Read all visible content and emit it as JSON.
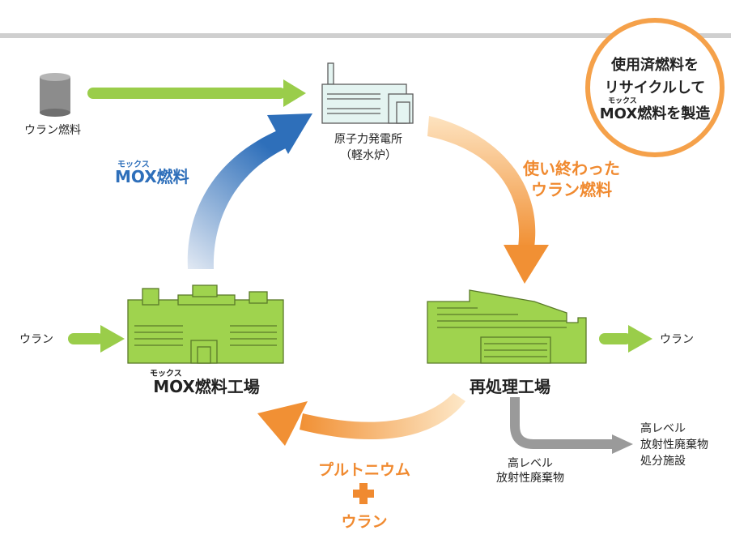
{
  "badge": {
    "line1": "使用済燃料を",
    "line2": "リサイクルして",
    "ruby": "モックス",
    "line3": "MOX燃料を製造"
  },
  "nodes": {
    "uranium_fuel": "ウラン燃料",
    "plant_line1": "原子力発電所",
    "plant_line2": "（軽水炉）",
    "reprocessing": "再処理工場",
    "mox_factory": "MOX燃料工場",
    "mox_factory_ruby": "モックス",
    "disposal_line1": "高レベル",
    "disposal_line2": "放射性廃棄物",
    "disposal_line3": "処分施設"
  },
  "flows": {
    "used_fuel_line1": "使い終わった",
    "used_fuel_line2": "ウラン燃料",
    "mox_fuel": "MOX燃料",
    "mox_fuel_ruby": "モックス",
    "plutonium": "プルトニウム",
    "plus": "＋",
    "uranium_bottom": "ウラン",
    "uranium_in": "ウラン",
    "uranium_out": "ウラン",
    "hlw_line1": "高レベル",
    "hlw_line2": "放射性廃棄物"
  },
  "colors": {
    "green_arrow": "#9acd4a",
    "building_fill": "#9fd34e",
    "plant_fill": "#e4f4f1",
    "orange": "#f08a30",
    "blue": "#2e6fba",
    "gray_arrow": "#9a9a9a",
    "top_rule": "#cfcfcf"
  }
}
